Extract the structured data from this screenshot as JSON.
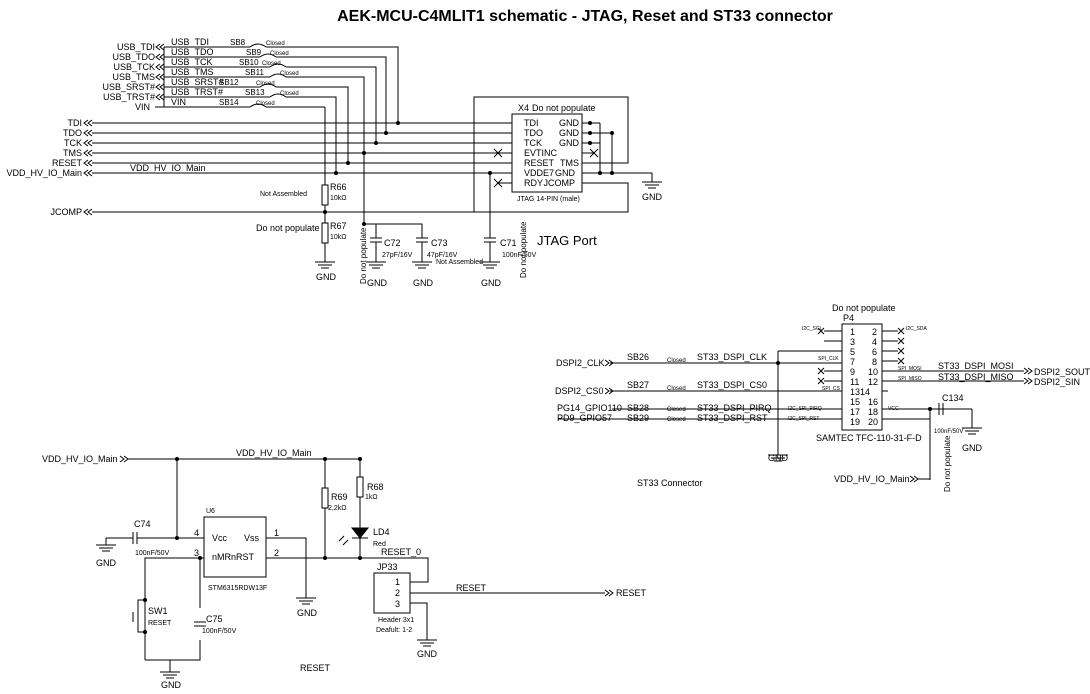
{
  "title": "AEK-MCU-C4MLIT1 schematic - JTAG, Reset and ST33 connector",
  "jtag": {
    "usb_ports": [
      "USB_TDI",
      "USB_TDO",
      "USB_TCK",
      "USB_TMS",
      "USB_SRST#",
      "USB_TRST#",
      "VIN"
    ],
    "usb_nets": [
      "USB_TDI",
      "USB_TDO",
      "USB_TCK",
      "USB_TMS",
      "USB_SRST#",
      "USB_TRST#",
      "VIN"
    ],
    "solder_bridges": [
      "SB8",
      "SB9",
      "SB10",
      "SB11",
      "SB12",
      "SB13",
      "SB14"
    ],
    "closed": "Closed",
    "left_ports": [
      "TDI",
      "TDO",
      "TCK",
      "TMS",
      "RESET",
      "VDD_HV_IO_Main"
    ],
    "vdd_net": "VDD_HV_IO_Main",
    "jcomp": "JCOMP",
    "connector_ref": "X4",
    "connector_note": "Do not populate",
    "connector_type": "JTAG 14-PIN (male)",
    "pins_left": [
      "TDI",
      "TDO",
      "TCK",
      "EVTINC",
      "RESET",
      "VDDE7",
      "RDY"
    ],
    "pins_right": [
      "GND",
      "GND",
      "GND",
      "",
      "TMS",
      "GND",
      "JCOMP"
    ],
    "r66": {
      "ref": "R66",
      "value": "10kΩ",
      "note": "Not Assembled"
    },
    "r67": {
      "ref": "R67",
      "value": "10kΩ",
      "note": "Do not populate"
    },
    "c72": {
      "ref": "C72",
      "value": "27pF/16V"
    },
    "c73": {
      "ref": "C73",
      "value": "47pF/16V",
      "note": "Not Assembled"
    },
    "c71": {
      "ref": "C71",
      "value": "100nF/50V"
    },
    "dnp_vertical": "Do not populate",
    "gnd": "GND",
    "section_label": "JTAG Port"
  },
  "st33": {
    "connector_note": "Do not populate",
    "ref": "P4",
    "part": "SAMTEC TFC-110-31-F-D",
    "pins_left": [
      "1",
      "3",
      "5",
      "7",
      "9",
      "11",
      "13",
      "15",
      "17",
      "19"
    ],
    "pins_right": [
      "2",
      "4",
      "6",
      "8",
      "10",
      "12",
      "14",
      "16",
      "18",
      "20"
    ],
    "small_nets": [
      "I2C_SCL",
      "I2C_SDA",
      "SPI_CLK",
      "SPI_MOSI",
      "SPI_MISO",
      "SPI_CS",
      "I2C_SPI_PIRQ",
      "VCC",
      "I2C_SPI_RST"
    ],
    "left_ports": [
      "DSPI2_CLK",
      "DSPI2_CS0",
      "PG14_GPIO110",
      "PD9_GPIO57"
    ],
    "sbs": [
      "SB26",
      "SB27",
      "SB28",
      "SB29"
    ],
    "nets": [
      "ST33_DSPI_CLK",
      "ST33_DSPI_CS0",
      "ST33_DSPI_PIRQ",
      "ST33_DSPI_RST"
    ],
    "right_nets": [
      "ST33_DSPI_MOSI",
      "ST33_DSPI_MISO"
    ],
    "right_ports": [
      "DSPI2_SOUT",
      "DSPI2_SIN"
    ],
    "c134": {
      "ref": "C134",
      "value": "100nF/50V"
    },
    "vdd": "VDD_HV_IO_Main",
    "dnp": "Do not populate",
    "section_label": "ST33 Connector"
  },
  "reset": {
    "vdd_port": "VDD_HV_IO_Main",
    "vdd_net": "VDD_HV_IO_Main",
    "u6": {
      "ref": "U6",
      "part": "STM6315RDW13F",
      "vcc": "Vcc",
      "vss": "Vss",
      "nmr": "nMRnRST",
      "pin4": "4",
      "pin3": "3",
      "pin1": "1",
      "pin2": "2"
    },
    "c74": {
      "ref": "C74",
      "value": "100nF/50V"
    },
    "c75": {
      "ref": "C75",
      "value": "100nF/50V"
    },
    "sw1": {
      "ref": "SW1",
      "label": "RESET"
    },
    "r69": {
      "ref": "R69",
      "value": "2,2kΩ"
    },
    "r68": {
      "ref": "R68",
      "value": "1kΩ"
    },
    "ld4": {
      "ref": "LD4",
      "color": "Red"
    },
    "net_reset0": "RESET_0",
    "jp33": {
      "ref": "JP33",
      "pins": [
        "1",
        "2",
        "3"
      ],
      "type": "Header 3x1",
      "default": "Deafult: 1-2"
    },
    "reset_net": "RESET",
    "reset_port": "RESET",
    "section_label": "RESET"
  }
}
